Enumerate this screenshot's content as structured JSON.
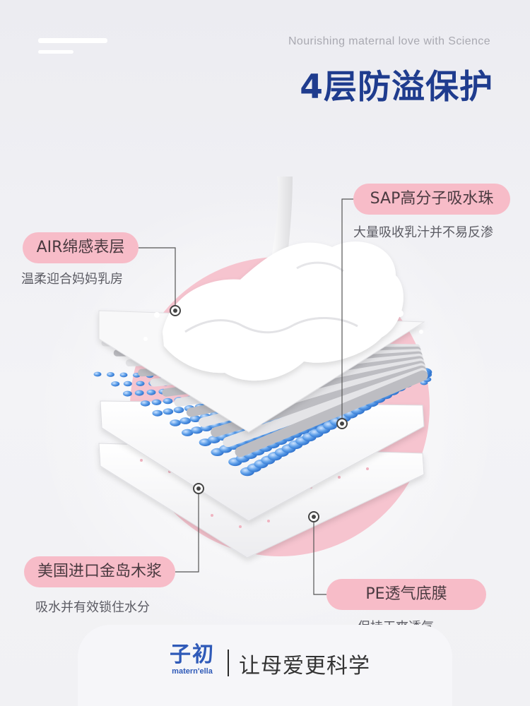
{
  "header": {
    "tagline": "Nourishing maternal love with Science",
    "title": "4层防溢保护"
  },
  "layers": [
    {
      "label": "AIR绵感表层",
      "description": "温柔迎合妈妈乳房"
    },
    {
      "label": "SAP高分子吸水珠",
      "description": "大量吸收乳汁并不易反渗"
    },
    {
      "label": "美国进口金岛木浆",
      "description": "吸水并有效锁住水分"
    },
    {
      "label": "PE透气底膜",
      "description": "保持干爽透气"
    }
  ],
  "brand": {
    "logo_cn": "子初",
    "logo_en": "matern'ella",
    "slogan": "让母爱更科学"
  },
  "colors": {
    "title": "#1f3c8e",
    "pill": "#f7bcc8",
    "pink_circle": "#f6c4cf",
    "bead_blue": "#5b9de8",
    "brand_blue": "#2f5ab8"
  }
}
